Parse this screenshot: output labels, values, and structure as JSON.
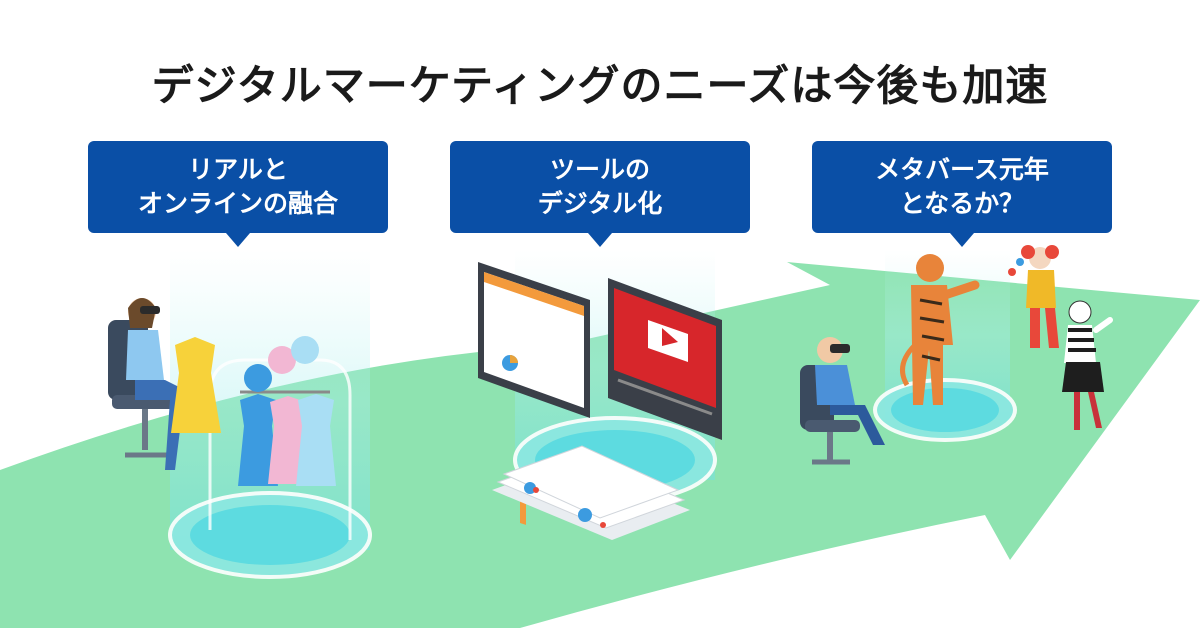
{
  "headline": "デジタルマーケティングのニーズは今後も加速",
  "bubbles": [
    {
      "line1": "リアルと",
      "line2": "オンラインの融合"
    },
    {
      "line1": "ツールの",
      "line2": "デジタル化"
    },
    {
      "line1": "メタバース元年",
      "line2": "となるか？"
    }
  ],
  "colors": {
    "arrow": "#8ee3b0",
    "bubble": "#0a4fa6",
    "beam": "#7fe6ea",
    "tv_red": "#d7262b"
  }
}
